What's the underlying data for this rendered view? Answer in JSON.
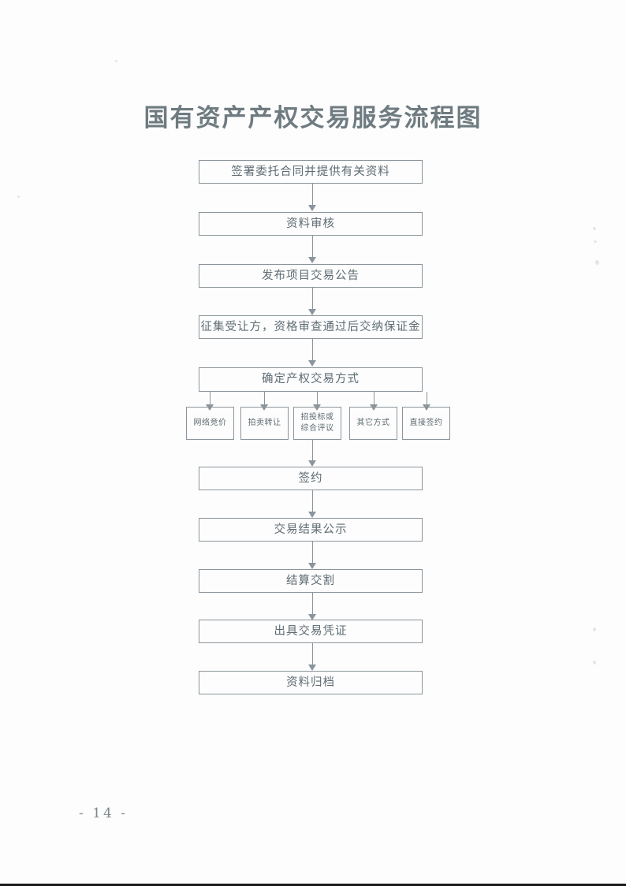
{
  "document": {
    "title": "国有资产产权交易服务流程图",
    "page_number": "- 14 -"
  },
  "flowchart": {
    "type": "flowchart",
    "orientation": "top-to-bottom",
    "main_steps": [
      {
        "id": "step1",
        "label": "签署委托合同并提供有关资料"
      },
      {
        "id": "step2",
        "label": "资料审核"
      },
      {
        "id": "step3",
        "label": "发布项目交易公告"
      },
      {
        "id": "step4",
        "label": "征集受让方，资格审查通过后交纳保证金"
      },
      {
        "id": "step5",
        "label": "确定产权交易方式"
      },
      {
        "id": "step6",
        "label": "签约"
      },
      {
        "id": "step7",
        "label": "交易结果公示"
      },
      {
        "id": "step8",
        "label": "结算交割"
      },
      {
        "id": "step9",
        "label": "出具交易凭证"
      },
      {
        "id": "step10",
        "label": "资料归档"
      }
    ],
    "branches": [
      {
        "id": "branch1",
        "label": "网络竞价",
        "line1": "网络竞价",
        "line2": ""
      },
      {
        "id": "branch2",
        "label": "拍卖转让",
        "line1": "拍卖转让",
        "line2": ""
      },
      {
        "id": "branch3",
        "label": "招投标或综合评议",
        "line1": "招投标或",
        "line2": "综合评议"
      },
      {
        "id": "branch4",
        "label": "其它方式",
        "line1": "其它方式",
        "line2": ""
      },
      {
        "id": "branch5",
        "label": "直接签约",
        "line1": "直接签约",
        "line2": ""
      }
    ],
    "colors": {
      "line": "#8b959b",
      "text": "#5d6b71",
      "title": "#6e7b80",
      "background": "#ffffff"
    }
  }
}
